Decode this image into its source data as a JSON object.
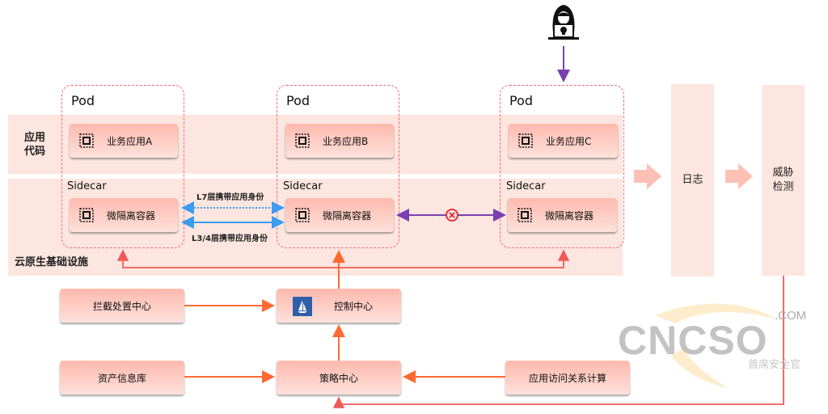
{
  "layers": {
    "app_code": "应用\n代码",
    "cloud_infra": "云原生基础设施"
  },
  "pods": [
    {
      "title": "Pod",
      "sidecar_label": "Sidecar",
      "app": "业务应用A",
      "container": "微隔离容器"
    },
    {
      "title": "Pod",
      "sidecar_label": "Sidecar",
      "app": "业务应用B",
      "container": "微隔离容器"
    },
    {
      "title": "Pod",
      "sidecar_label": "Sidecar",
      "app": "业务应用C",
      "container": "微隔离容器"
    }
  ],
  "connections": {
    "l7": "L7层携带应用身份",
    "l34": "L3/4层携带应用身份",
    "blocked_symbol": "⊗"
  },
  "pipeline": {
    "log": "日志",
    "threat": "威胁\n检测"
  },
  "centers": {
    "intercept": "拦截处置中心",
    "control": "控制中心",
    "asset": "资产信息库",
    "policy": "策略中心",
    "access_calc": "应用访问关系计算"
  },
  "watermark": {
    "main": "CNCSO",
    "suffix": ".COM",
    "sub": "首席安全官"
  },
  "colors": {
    "band": "#fde6df",
    "pod_border": "#f0647a",
    "arrow_orange": "#ff6a33",
    "arrow_red": "#f05a5a",
    "arrow_blue": "#3b9cf0",
    "arrow_purple": "#7a3fb0",
    "istio_blue": "#2f5fa8"
  }
}
